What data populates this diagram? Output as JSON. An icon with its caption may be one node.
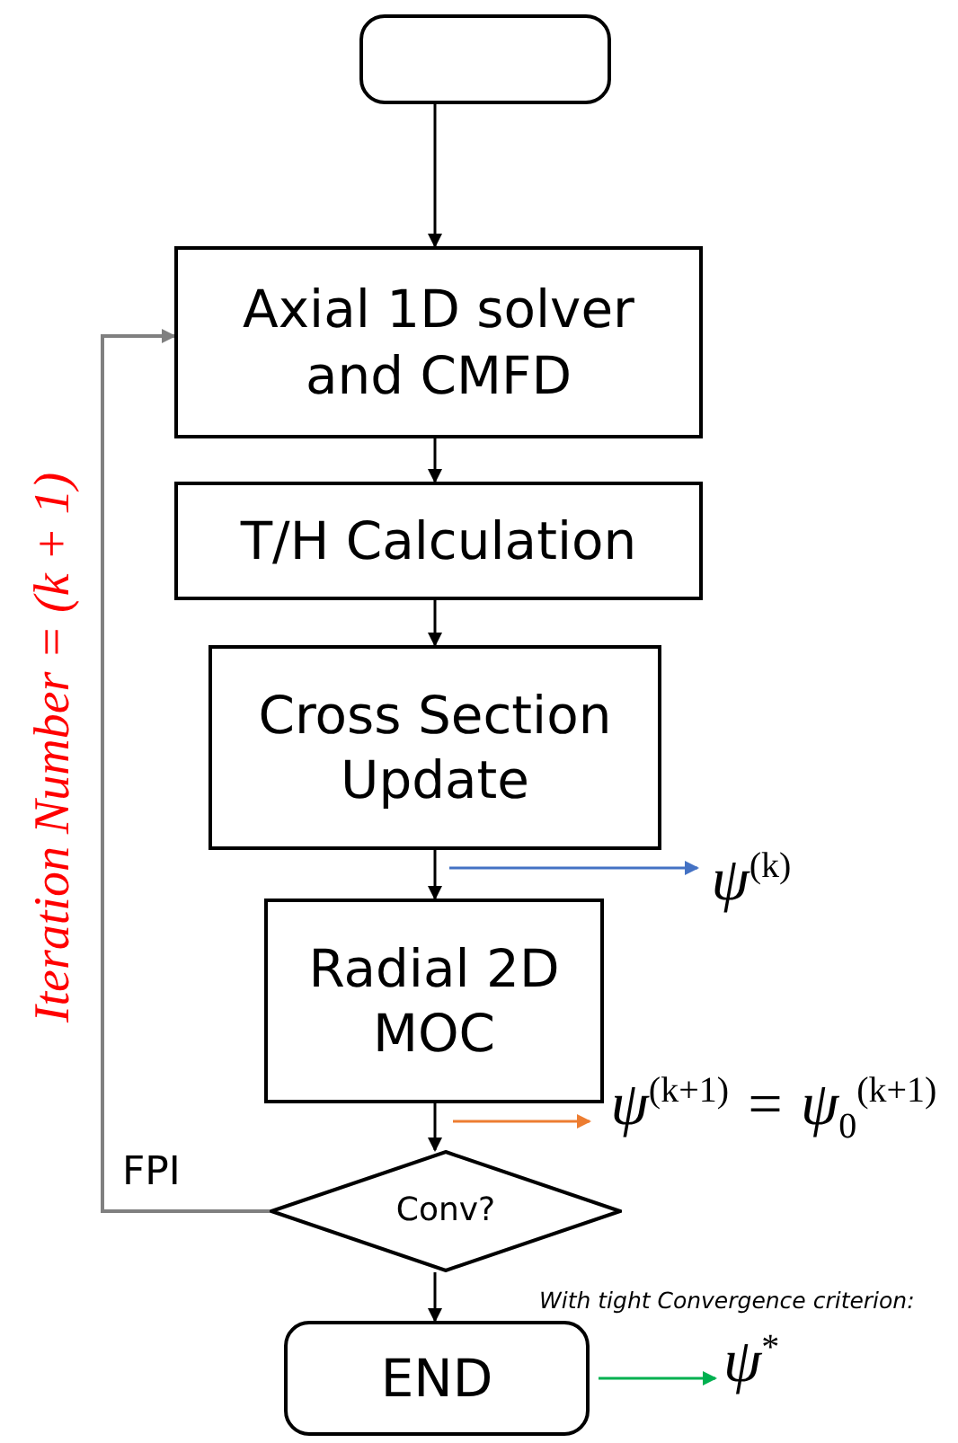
{
  "diagram": {
    "nodes": [
      {
        "text": [],
        "shape": "box"
      },
      {
        "text": [
          "Axial 1D solver and CMFD"
        ]
      },
      {
        "text": [
          "T/H Calculation"
        ]
      },
      {
        "text": [
          "Cross Section Update"
        ]
      },
      {
        "text": [
          "Radial 2D MOC"
        ]
      },
      {
        "text": [
          "Conv?"
        ]
      },
      {
        "text": [
          "END"
        ]
      },
      {
        "text": [
          "ψ$^{(k)}$"
        ]
      },
      {
        "text": [
          "ψ$^{(k+1)}$ = ψ$_{0}$$^{(k+1)}$"
        ]
      },
      {
        "text": [
          "ψ$^{*}$"
        ]
      }
    ],
    "edges": [
      {
        "from": 0,
        "to": 1,
        "arrow": "to"
      },
      {
        "from": 1,
        "to": 2,
        "arrow": "to"
      },
      {
        "from": 2,
        "to": 3,
        "arrow": "to"
      },
      {
        "from": 3,
        "to": 4,
        "arrow": "to"
      },
      {
        "from": 4,
        "to": 5,
        "arrow": "to"
      },
      {
        "from": 5,
        "to": 6,
        "arrow": "to"
      },
      {
        "from": 5,
        "to": 1,
        "arrow": "to",
        "label": "FPI",
        "color": "#808080"
      },
      {
        "from": 3,
        "to": 7,
        "arrow": "to",
        "color": "#4472c4"
      },
      {
        "from": 4,
        "to": 8,
        "arrow": "to",
        "color": "#ed7d31"
      },
      {
        "from": 6,
        "to": 9,
        "arrow": "to",
        "color": "#00b050"
      }
    ],
    "labels": [
      "Iteration Number = (k + 1)",
      "With tight Convergence criterion:"
    ]
  }
}
